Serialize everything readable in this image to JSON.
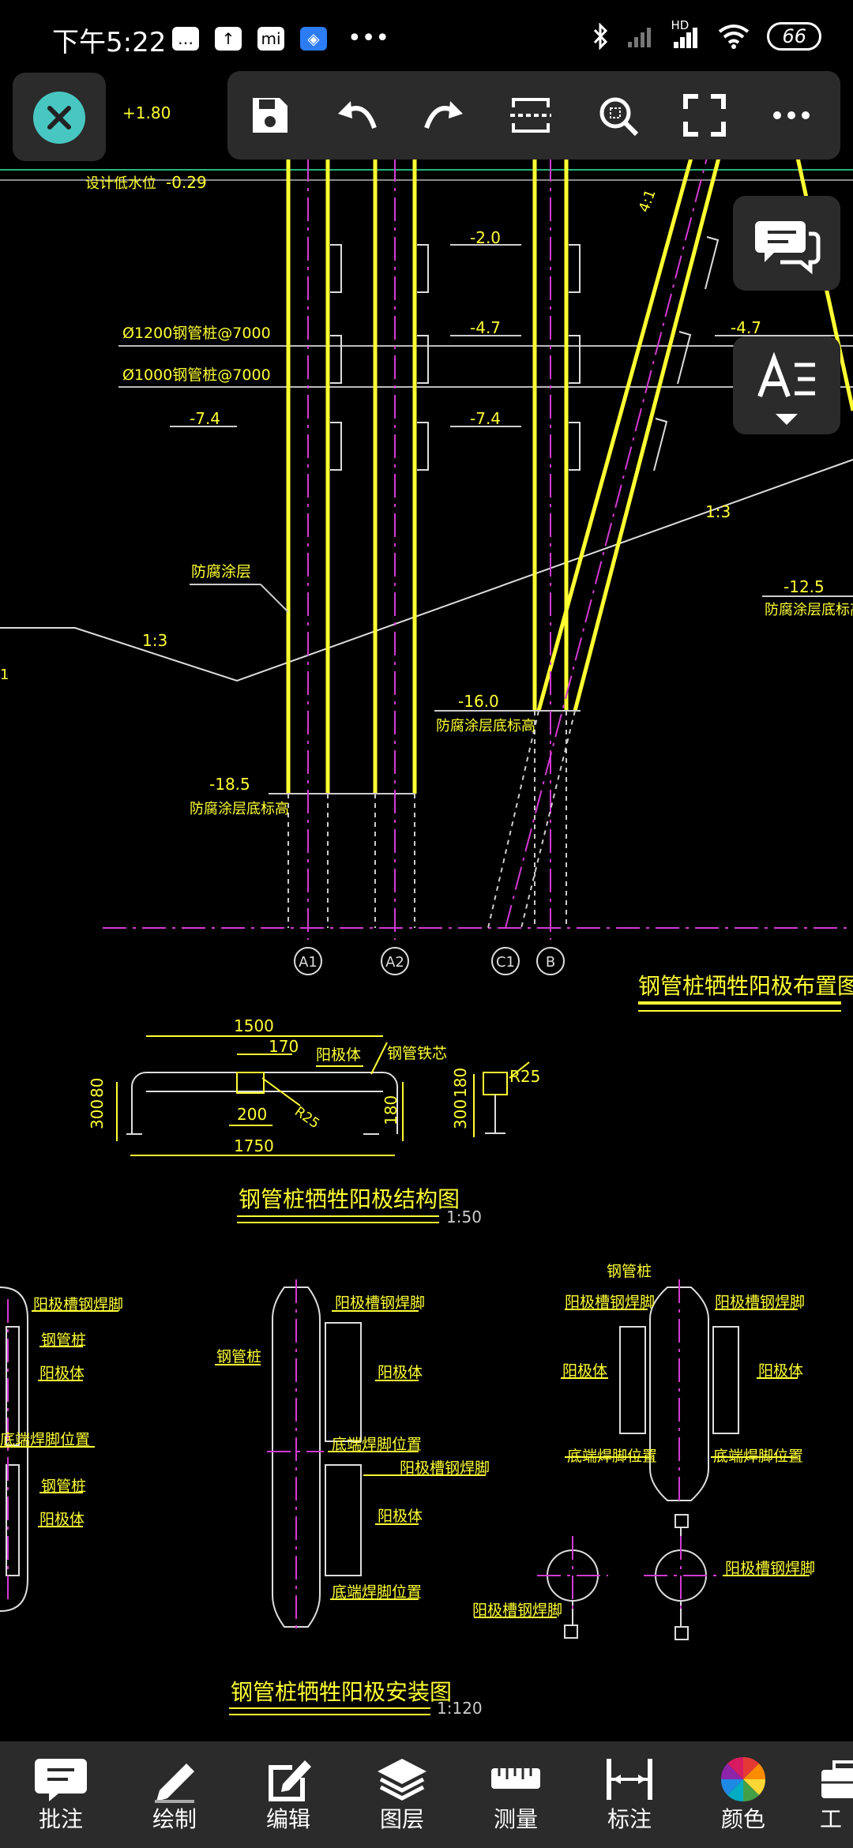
{
  "status_bar": {
    "time": "下午5:22",
    "battery": "66",
    "signal_label": "HD",
    "icons": [
      "message-icon",
      "upload-icon",
      "mi-app-icon",
      "blue-app-icon",
      "more-dots-icon",
      "bluetooth-icon",
      "signal-icon",
      "signal-hd-icon",
      "wifi-icon",
      "battery-icon"
    ]
  },
  "top_toolbar": {
    "buttons": [
      "close-icon",
      "save-icon",
      "undo-icon",
      "redo-icon",
      "crop-icon",
      "zoom-search-icon",
      "fullscreen-icon",
      "more-icon"
    ]
  },
  "right_buttons": [
    "comment-icon",
    "text-style-icon"
  ],
  "drawing": {
    "elev_plus_180": "+1.80",
    "design_low_water": "设计低水位",
    "elev_minus_029": "-0.29",
    "elev_minus_20": "-2.0",
    "elev_minus_47": "-4.7",
    "elev_minus_47b": "-4.7",
    "elev_minus_74a": "-7.4",
    "elev_minus_74b": "-7.4",
    "pile_1200": "Ø1200钢管桩@7000",
    "pile_1000": "Ø1000钢管桩@7000",
    "slope_41": "4:1",
    "slope_13a": "1:3",
    "slope_13b": "1:3",
    "coating": "防腐涂层",
    "elev_minus_125": "-12.5",
    "coating_bottom_125": "防腐涂层底标高",
    "elev_minus_160": "-16.0",
    "coating_bottom_160": "防腐涂层底标高",
    "elev_minus_185": "-18.5",
    "coating_bottom_185": "防腐涂层底标高",
    "axis_a1": "A1",
    "axis_a2": "A2",
    "axis_c1": "C1",
    "axis_b": "B",
    "left_edge_1": "1",
    "title_layout": "钢管桩牺牲阳极布置图",
    "dim_1500": "1500",
    "dim_170": "170",
    "anode_body": "阳极体",
    "steel_core": "钢管铁芯",
    "dim_300": "300",
    "dim_80": "80",
    "dim_200": "200",
    "dim_r25_diag": "R25",
    "dim_180": "180",
    "dim_1750": "1750",
    "dim_300b": "300",
    "dim_180b": "180",
    "dim_r25": "R25",
    "title_structure": "钢管桩牺牲阳极结构图",
    "scale_structure": "1:50",
    "inst_l_weld1": "阳极槽钢焊脚",
    "inst_l_pile1": "钢管桩",
    "inst_l_anode1": "阳极体",
    "inst_l_bottom": "底端焊脚位置",
    "inst_l_pile2": "钢管桩",
    "inst_l_anode2": "阳极体",
    "inst_m_weld1": "阳极槽钢焊脚",
    "inst_m_pile": "钢管桩",
    "inst_m_anode1": "阳极体",
    "inst_m_bottom1": "底端焊脚位置",
    "inst_m_weld2": "阳极槽钢焊脚",
    "inst_m_anode2": "阳极体",
    "inst_m_bottom2": "底端焊脚位置",
    "inst_r_pile": "钢管桩",
    "inst_r_weld_l": "阳极槽钢焊脚",
    "inst_r_weld_r": "阳极槽钢焊脚",
    "inst_r_anode_l": "阳极体",
    "inst_r_anode_r": "阳极体",
    "inst_r_bottom_l": "底端焊脚位置",
    "inst_r_bottom_r": "底端焊脚位置",
    "inst_r_weld_sec": "阳极槽钢焊脚",
    "inst_r_weld_sec2": "阳极槽钢焊脚",
    "title_install": "钢管桩牺牲阳极安装图",
    "scale_install": "1:120"
  },
  "bottom_bar": {
    "items": [
      {
        "label": "批注",
        "icon": "annotate-icon"
      },
      {
        "label": "绘制",
        "icon": "draw-pencil-icon"
      },
      {
        "label": "编辑",
        "icon": "edit-icon"
      },
      {
        "label": "图层",
        "icon": "layers-icon"
      },
      {
        "label": "测量",
        "icon": "ruler-icon"
      },
      {
        "label": "标注",
        "icon": "dimension-icon"
      },
      {
        "label": "颜色",
        "icon": "color-wheel-icon"
      },
      {
        "label": "工",
        "icon": "toolbox-icon"
      }
    ]
  },
  "colors": {
    "yellow": "#ffff33",
    "magenta": "#d33ad3",
    "cyan_accent": "#48c7c2",
    "panel": "#2b2b2b"
  }
}
